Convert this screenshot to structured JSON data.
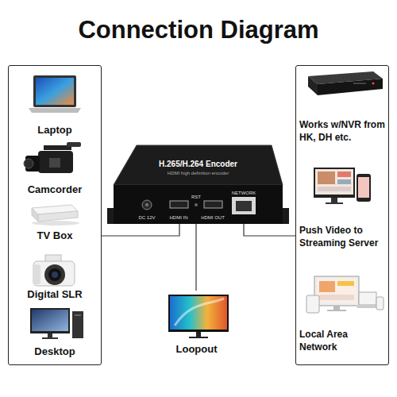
{
  "diagram": {
    "title": "Connection Diagram",
    "nodes": [
      {
        "text": [
          "Laptop",
          "Camcorder",
          "TV Box",
          "Digital SLR",
          "Desktop"
        ]
      },
      {
        "text": [
          "H.265/H.264 Encoder",
          "HDMI high definition encoder"
        ]
      },
      {
        "text": [
          "Works w/NVR from HK, DH etc.",
          "Push Video to Streaming Server",
          "Local Area Network"
        ]
      },
      {
        "text": [
          "Loopout"
        ]
      }
    ],
    "edges": [
      {
        "from": 0,
        "to": 1,
        "arrow": "none"
      },
      {
        "from": 1,
        "to": 2,
        "arrow": "none"
      },
      {
        "from": 1,
        "to": 3,
        "arrow": "none"
      }
    ],
    "labels": [
      "DC 12V",
      "HDMI IN",
      "RST",
      "HDMI OUT",
      "NETWORK"
    ]
  }
}
